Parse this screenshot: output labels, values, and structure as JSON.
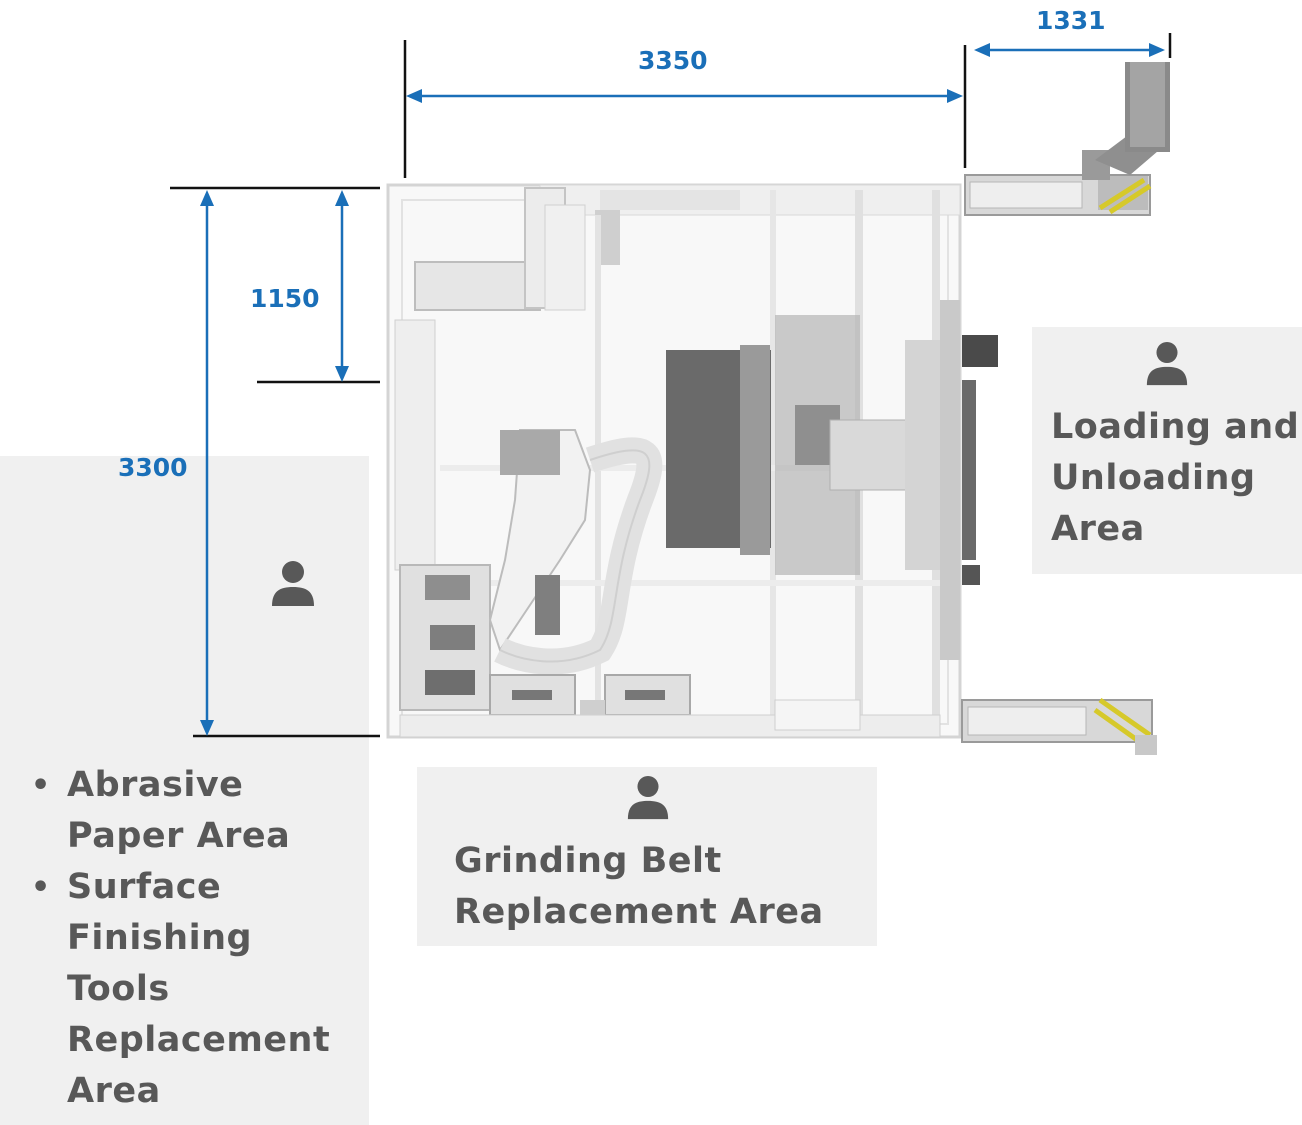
{
  "dimensions": {
    "width_top": "3350",
    "width_side": "1331",
    "height_total": "3300",
    "height_partial": "1150"
  },
  "areas": {
    "loading": {
      "label_lines": [
        "Loading and",
        "Unloading",
        "Area"
      ],
      "icon": "person-icon"
    },
    "grinding": {
      "label_lines": [
        "Grinding Belt",
        "Replacement Area"
      ],
      "icon": "person-icon"
    },
    "abrasive": {
      "items": [
        {
          "lines": [
            "Abrasive",
            "Paper Area"
          ]
        },
        {
          "lines": [
            "Surface",
            "Finishing",
            "Tools",
            "Replacement",
            "Area"
          ]
        }
      ],
      "icon": "person-icon"
    }
  },
  "colors": {
    "dimension": "#1a6fb8",
    "panel": "#f0f0f0",
    "label": "#585858",
    "icon": "#585858"
  }
}
